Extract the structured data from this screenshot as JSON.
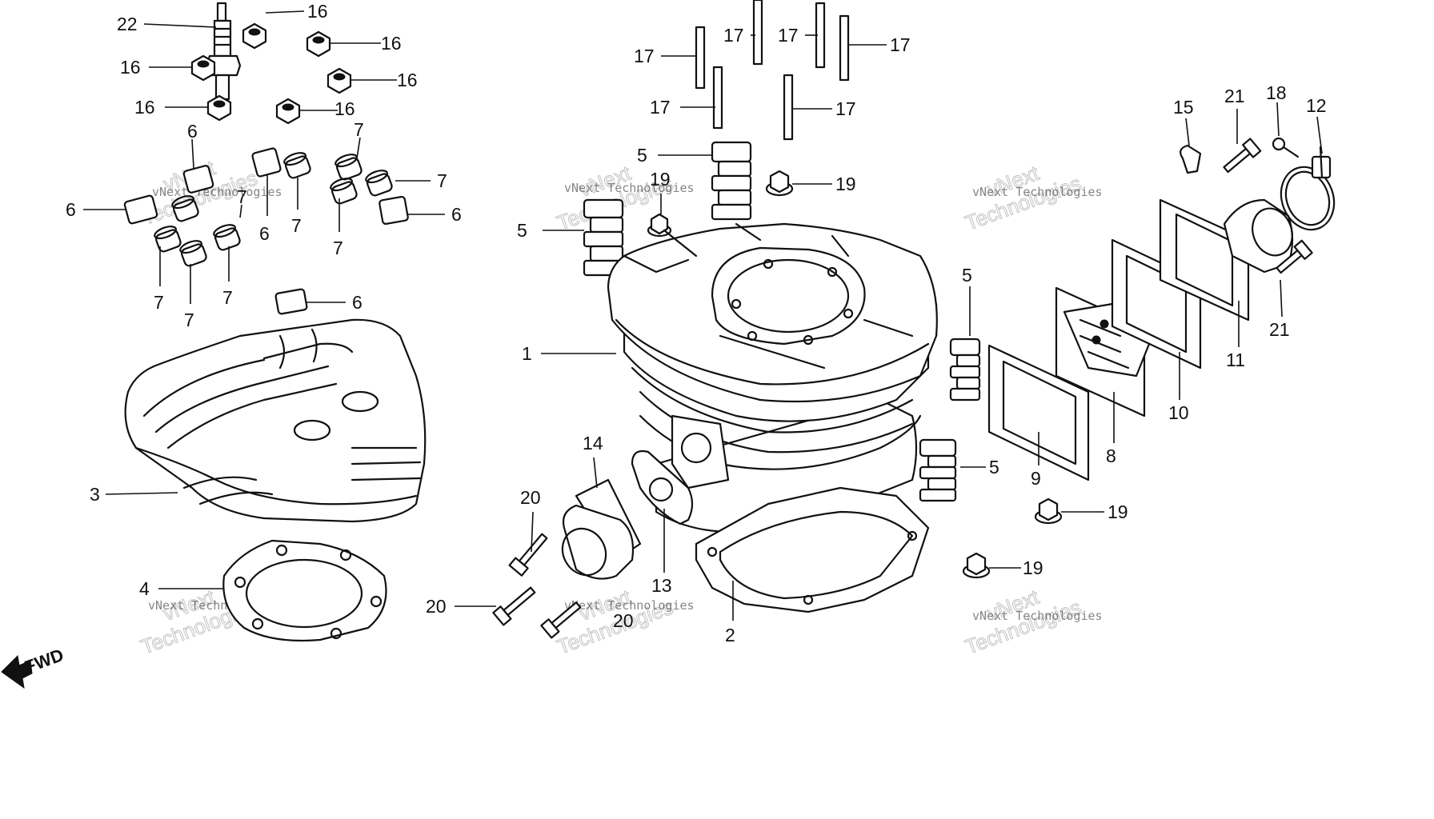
{
  "diagram": {
    "watermark_company": "vNext Technologies",
    "watermark_big_1": "vNext",
    "watermark_big_2": "Technologies",
    "direction_label": "FWD"
  },
  "callouts": {
    "c1": "1",
    "c2": "2",
    "c3": "3",
    "c4": "4",
    "c5": "5",
    "c6": "6",
    "c7": "7",
    "c8": "8",
    "c9": "9",
    "c10": "10",
    "c11": "11",
    "c12": "12",
    "c13": "13",
    "c14": "14",
    "c15": "15",
    "c16": "16",
    "c17": "17",
    "c18": "18",
    "c19": "19",
    "c20": "20",
    "c21": "21",
    "c22": "22"
  }
}
